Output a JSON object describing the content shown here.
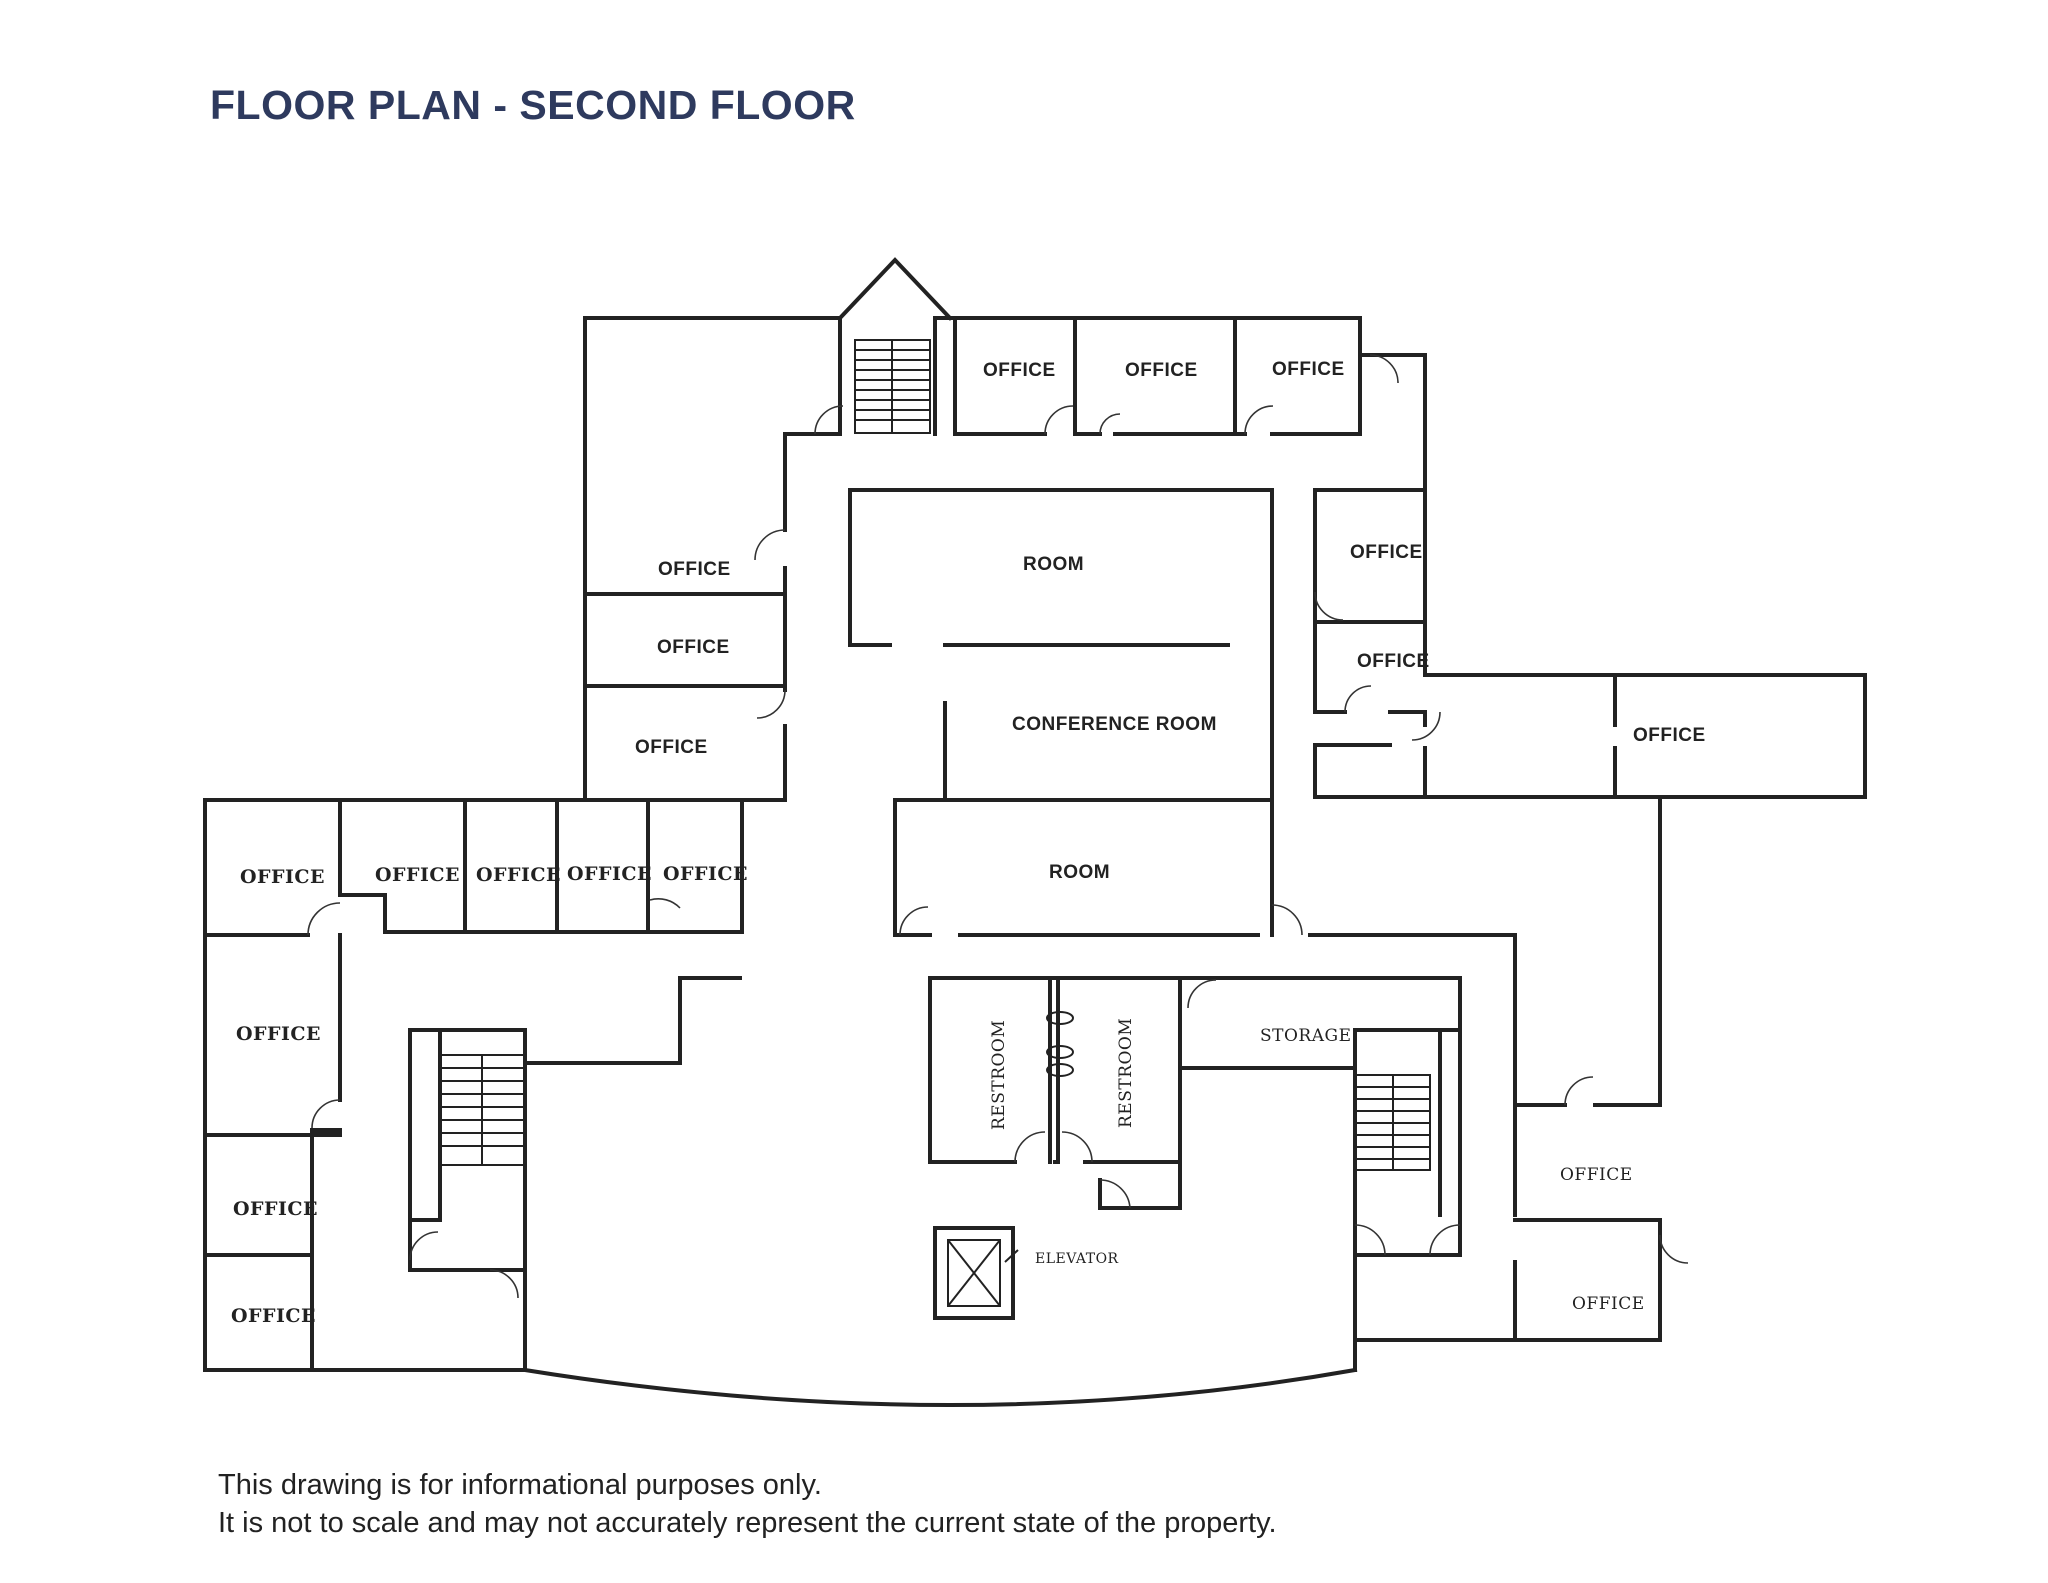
{
  "title": "FLOOR PLAN - SECOND FLOOR",
  "rooms": {
    "office_top_1": "OFFICE",
    "office_top_2": "OFFICE",
    "office_top_3": "OFFICE",
    "office_left_col_1": "OFFICE",
    "office_left_col_2": "OFFICE",
    "office_left_col_3": "OFFICE",
    "room_upper": "ROOM",
    "conference_room": "CONFERENCE ROOM",
    "room_lower": "ROOM",
    "office_right_1": "OFFICE",
    "office_right_2": "OFFICE",
    "office_right_wing": "OFFICE",
    "office_row_1": "OFFICE",
    "office_row_2": "OFFICE",
    "office_row_3": "OFFICE",
    "office_row_4": "OFFICE",
    "office_row_5": "OFFICE",
    "office_west_1": "OFFICE",
    "office_west_2": "OFFICE",
    "office_west_3": "OFFICE",
    "restroom_1": "RESTROOM",
    "restroom_2": "RESTROOM",
    "storage": "STORAGE",
    "elevator": "ELEVATOR",
    "office_se_1": "OFFICE",
    "office_se_2": "OFFICE"
  },
  "disclaimer": {
    "line1": "This drawing is for informational purposes only.",
    "line2": "It is not to scale and may not accurately represent the current state of the property."
  }
}
